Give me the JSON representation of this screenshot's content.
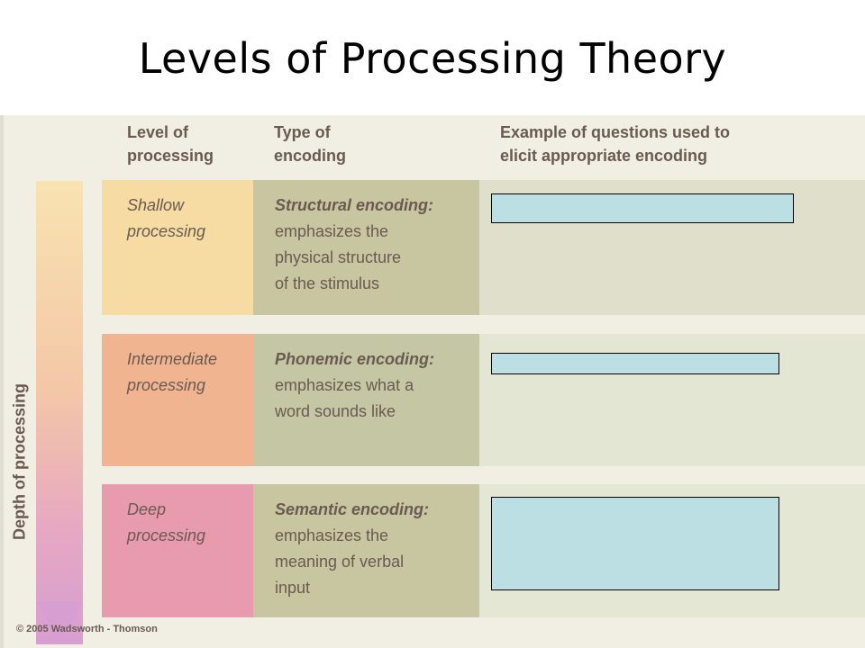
{
  "title": "Levels of Processing Theory",
  "headers": {
    "level": "Level of\nprocessing",
    "type": "Type of\nencoding",
    "example": "Example of questions used to\nelicit appropriate encoding"
  },
  "axis_label": "Depth of processing",
  "rows": [
    {
      "level": "Shallow\nprocessing",
      "type_name": "Structural encoding:",
      "type_desc": "emphasizes the\nphysical structure\nof the stimulus",
      "colors": {
        "level": "#f6dca2",
        "type": "#c8c6a0",
        "example": "#dfdfcc"
      }
    },
    {
      "level": "Intermediate\nprocessing",
      "type_name": "Phonemic encoding:",
      "type_desc": "emphasizes what a\nword sounds like",
      "colors": {
        "level": "#f1b491",
        "type": "#c5c6a3",
        "example": "#e3e6d2"
      }
    },
    {
      "level": "Deep\nprocessing",
      "type_name": "Semantic encoding:",
      "type_desc": "emphasizes the\nmeaning of verbal\ninput",
      "colors": {
        "level": "#e89aae",
        "type": "#c8c6a0",
        "example": "#e4e7d4"
      }
    }
  ],
  "copyright": "© 2005 Wadsworth - Thomson",
  "answer_box_color": "#bcdfe3"
}
